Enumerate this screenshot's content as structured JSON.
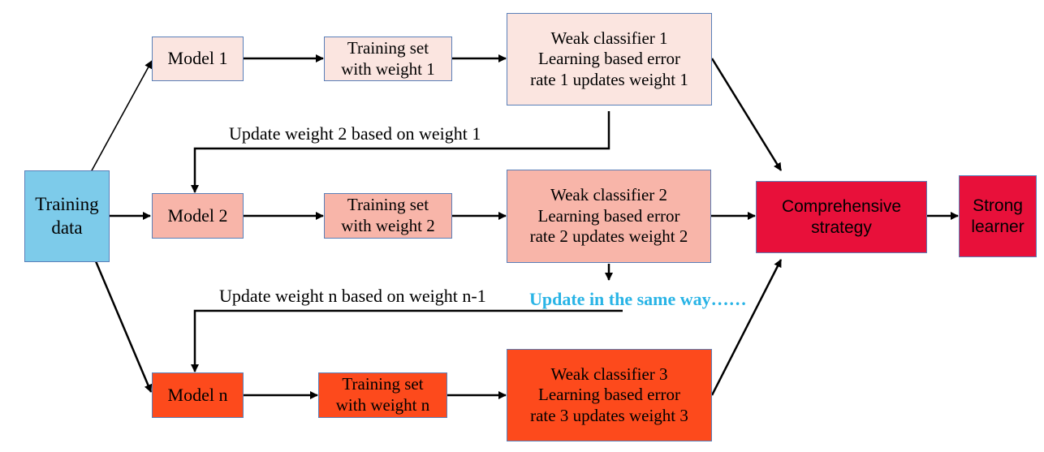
{
  "nodes": {
    "training_data": "Training\ndata",
    "model_1": "Model 1",
    "model_2": "Model 2",
    "model_n": "Model n",
    "training_set_1": "Training set\nwith weight 1",
    "training_set_2": "Training set\nwith weight 2",
    "training_set_n": "Training set\nwith weight n",
    "weak_classifier_1": "Weak classifier 1\nLearning based error\nrate 1 updates weight  1",
    "weak_classifier_2": "Weak classifier 2\nLearning based error\nrate 2 updates weight  2",
    "weak_classifier_3": "Weak classifier 3\nLearning based error\nrate 3 updates weight  3",
    "comprehensive_strategy": "Comprehensive\nstrategy",
    "strong_learner": "Strong\nlearner"
  },
  "labels": {
    "update_weight_2": "Update weight 2 based on weight 1",
    "update_weight_n": "Update weight n based on weight n-1",
    "update_same_way": "Update in the same way……"
  },
  "colors": {
    "training_data": "#7dcbea",
    "model_1": "#fbe5e0",
    "model_2": "#f8b5a9",
    "model_n": "#fd4a1c",
    "training_set_1": "#fbe5e0",
    "training_set_2": "#f8b5a9",
    "training_set_n": "#fd4a1c",
    "weak_classifier_1": "#fbe5e0",
    "weak_classifier_2": "#f8b5a9",
    "weak_classifier_3": "#fd4a1c",
    "comprehensive_strategy": "#e8103a",
    "strong_learner": "#e8103a",
    "note_text": "#29b4e6",
    "arrow": "#000000"
  }
}
